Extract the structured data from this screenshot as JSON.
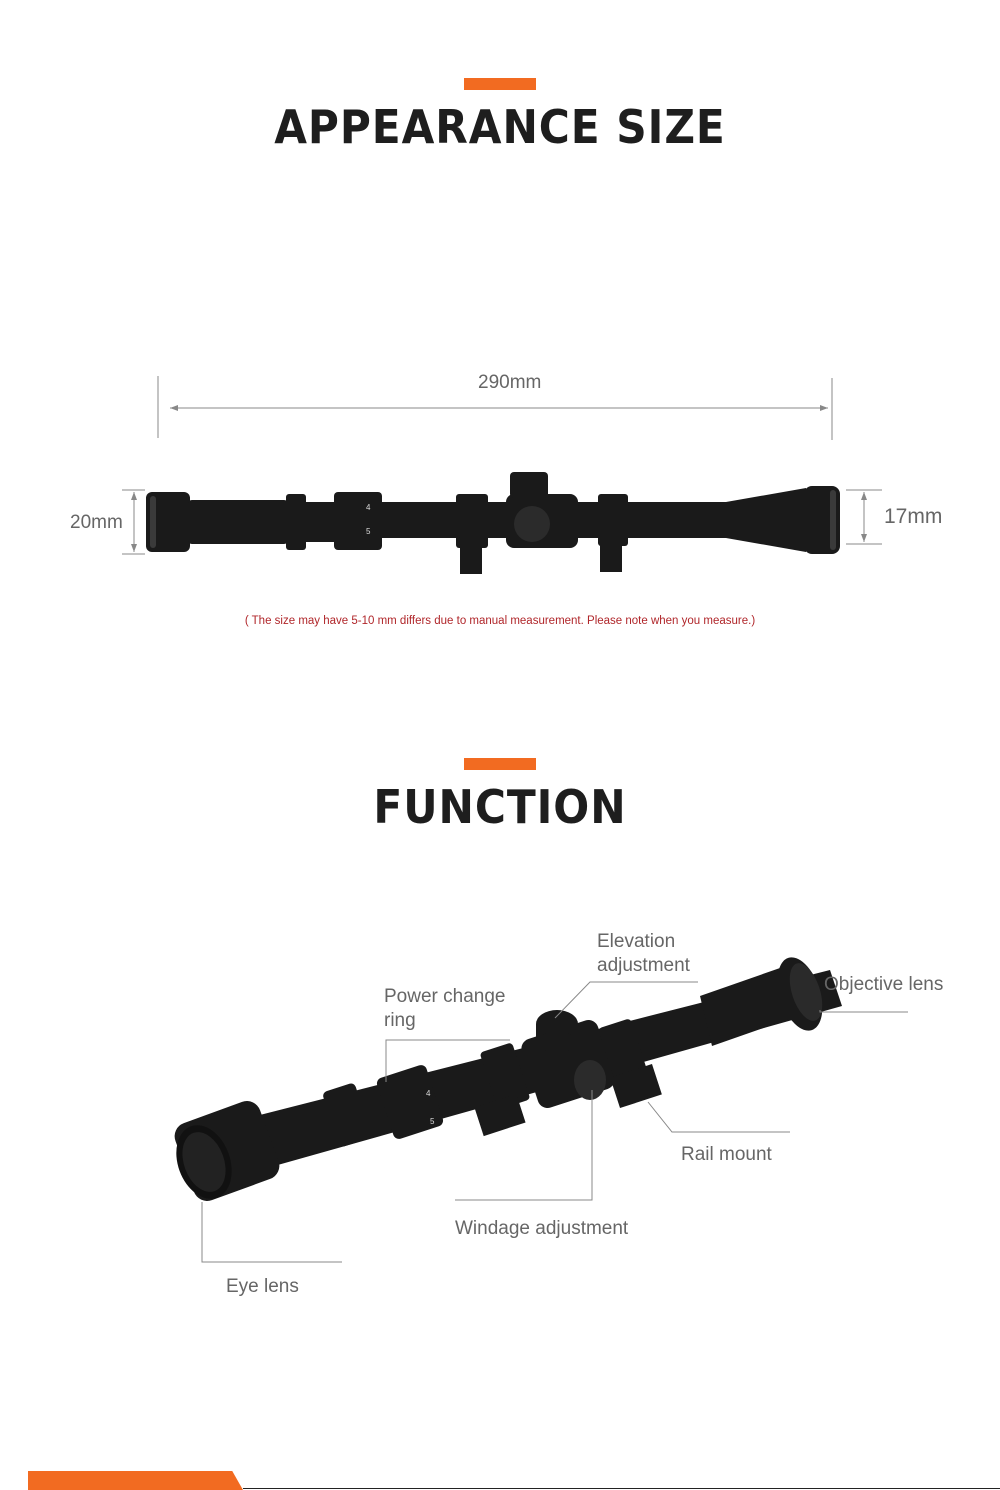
{
  "colors": {
    "accent": "#f26b21",
    "heading": "#1e1e1e",
    "note": "#b0262a",
    "label": "#666666",
    "scope": "#1a1a1a"
  },
  "appearance": {
    "title": "APPEARANCE SIZE",
    "length_label": "290mm",
    "eye_diameter_label": "20mm",
    "objective_diameter_label": "17mm",
    "note": "( The size may have 5-10 mm differs due to manual measurement. Please note when you measure.)",
    "power_marks": [
      "4",
      "5"
    ]
  },
  "function": {
    "title": "FUNCTION",
    "callouts": {
      "elevation_line1": "Elevation",
      "elevation_line2": "adjustment",
      "objective": "Objective lens",
      "power_line1": "Power change",
      "power_line2": "ring",
      "rail": "Rail mount",
      "windage": "Windage adjustment",
      "eye": "Eye lens"
    },
    "power_marks": [
      "4",
      "5"
    ]
  }
}
